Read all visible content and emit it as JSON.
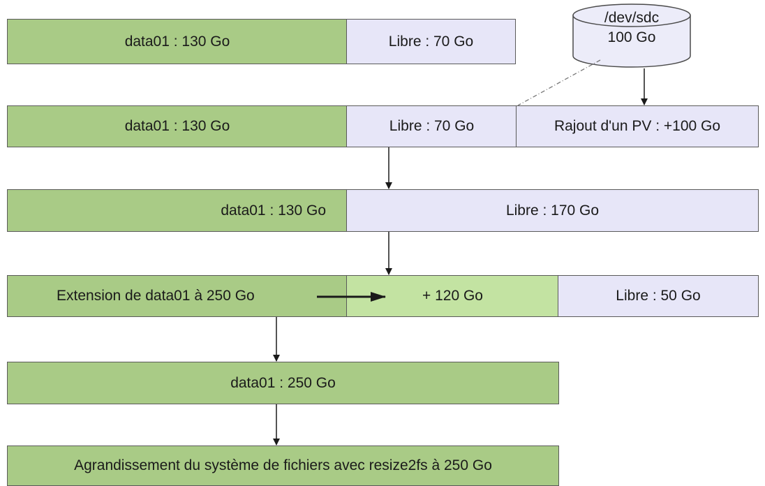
{
  "rows": {
    "r1": {
      "data": "data01 : 130 Go",
      "free": "Libre : 70 Go"
    },
    "r2": {
      "data": "data01 : 130 Go",
      "free": "Libre : 70 Go",
      "pv": "Rajout d'un PV : +100 Go"
    },
    "r3": {
      "data": "data01 : 130 Go",
      "free": "Libre : 170 Go"
    },
    "r4": {
      "ext": "Extension de data01 à 250 Go",
      "add": "+ 120 Go",
      "free": "Libre : 50 Go"
    },
    "r5": {
      "data": "data01 : 250 Go"
    },
    "r6": {
      "fs": "Agrandissement du système de fichiers avec resize2fs à 250 Go"
    }
  },
  "disk": {
    "name": "/dev/sdc",
    "size": "100 Go"
  },
  "colors": {
    "used": "#a9cb86",
    "added": "#c3e3a2",
    "free": "#e7e6f8",
    "border": "#5a5a5a",
    "arrow": "#1a1a1a",
    "watermark": "#d47a72"
  }
}
